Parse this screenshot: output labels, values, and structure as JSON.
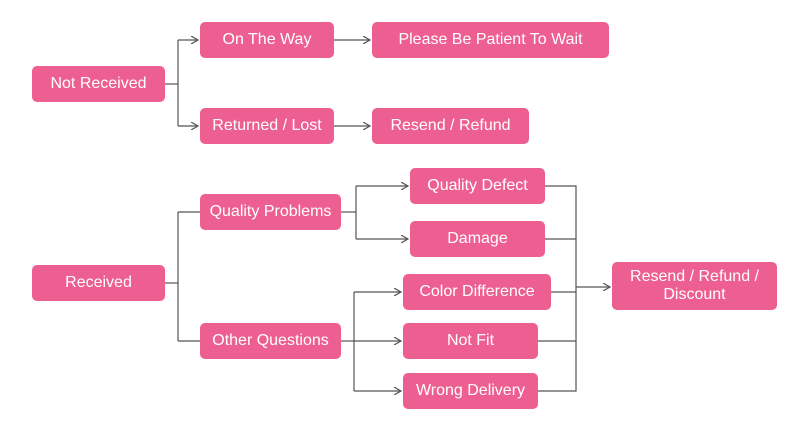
{
  "colors": {
    "node_fill": "#ee5f91",
    "node_text": "#ffffff",
    "connector": "#555555"
  },
  "nodes": {
    "not_received": "Not Received",
    "on_the_way": "On The Way",
    "please_wait": "Please Be Patient To Wait",
    "returned_lost": "Returned / Lost",
    "resend_refund": "Resend / Refund",
    "received": "Received",
    "quality_problems": "Quality Problems",
    "quality_defect": "Quality Defect",
    "damage": "Damage",
    "other_questions": "Other Questions",
    "color_difference": "Color Difference",
    "not_fit": "Not Fit",
    "wrong_delivery": "Wrong Delivery",
    "resend_refund_discount": "Resend / Refund / Discount"
  }
}
